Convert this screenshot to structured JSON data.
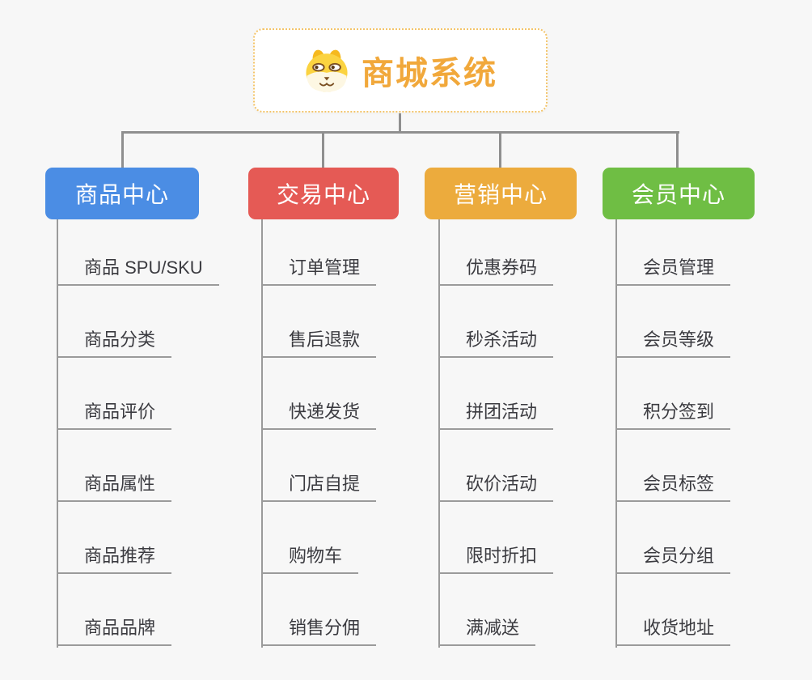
{
  "root": {
    "title": "商城系统",
    "icon": "shiba-dog-icon"
  },
  "branches": [
    {
      "id": "product-center",
      "label": "商品中心",
      "color": "#4b8de4",
      "items": [
        "商品 SPU/SKU",
        "商品分类",
        "商品评价",
        "商品属性",
        "商品推荐",
        "商品品牌"
      ]
    },
    {
      "id": "trade-center",
      "label": "交易中心",
      "color": "#e55a55",
      "items": [
        "订单管理",
        "售后退款",
        "快递发货",
        "门店自提",
        "购物车",
        "销售分佣"
      ]
    },
    {
      "id": "marketing-center",
      "label": "营销中心",
      "color": "#ecab3d",
      "items": [
        "优惠券码",
        "秒杀活动",
        "拼团活动",
        "砍价活动",
        "限时折扣",
        "满减送"
      ]
    },
    {
      "id": "member-center",
      "label": "会员中心",
      "color": "#6fbe44",
      "items": [
        "会员管理",
        "会员等级",
        "积分签到",
        "会员标签",
        "会员分组",
        "收货地址"
      ]
    }
  ],
  "colors": {
    "background": "#f7f7f7",
    "connector": "#8f8f8f",
    "underline": "#9b9b9b",
    "root_border": "#f3c469",
    "root_title": "#f1a83b",
    "subtopic_text": "#3b3b40"
  }
}
